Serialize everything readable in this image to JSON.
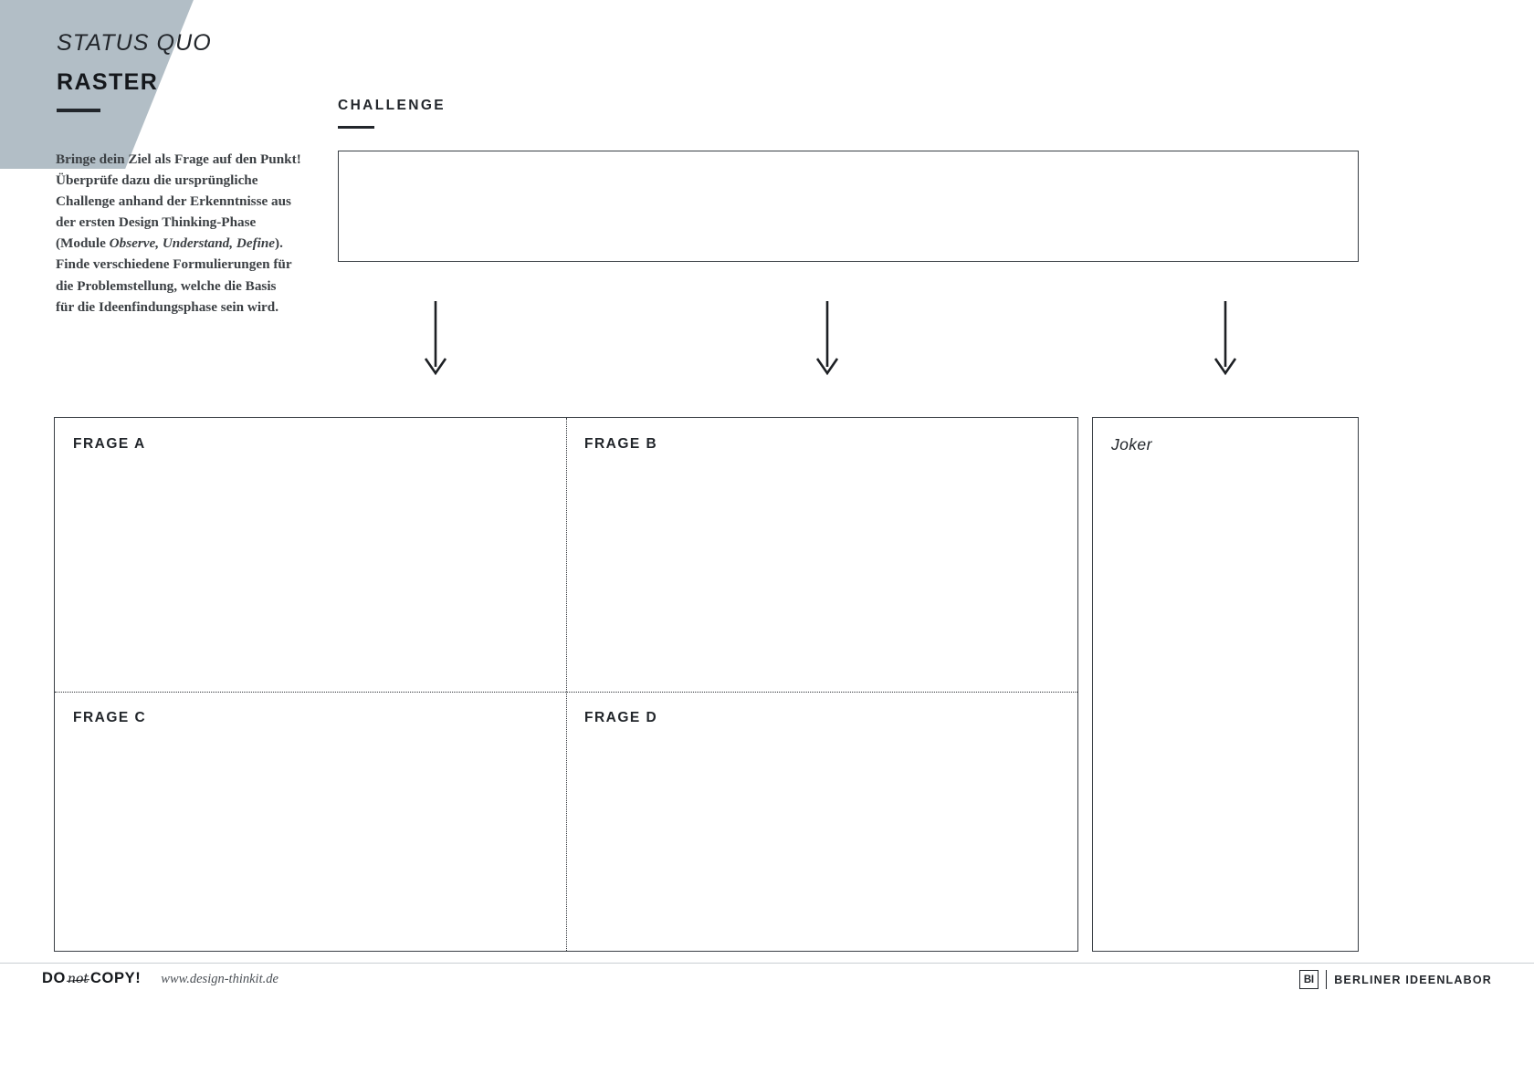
{
  "header": {
    "eyebrow": "STATUS QUO",
    "title": "RASTER",
    "band_color": "#b2bec6"
  },
  "intro": {
    "line1": "Bringe dein Ziel als Frage auf den Punkt!",
    "line2": "Überprüfe dazu die ursprüngliche",
    "line3": "Challenge anhand der Erkenntnisse aus",
    "line4": "der ersten Design Thinking-Phase",
    "line5_pre": "(Module ",
    "line5_em": "Observe, Understand, Define",
    "line5_post": ").",
    "line6": "Finde verschiedene Formulierungen für",
    "line7": "die Problemstellung, welche die Basis",
    "line8": "für die Ideenfindungsphase sein wird.",
    "full_text": "Bringe dein Ziel als Frage auf den Punkt! Überprüfe dazu die ursprüngliche Challenge anhand der Erkenntnisse aus der ersten Design Thinking-Phase (Module Observe, Understand, Define). Finde verschiedene Formulierungen für die Problemstellung, welche die Basis für die Ideenfindungsphase sein wird."
  },
  "challenge": {
    "label": "CHALLENGE",
    "value": "",
    "placeholder": ""
  },
  "arrows": [
    {
      "name": "arrow-to-frage-a"
    },
    {
      "name": "arrow-to-frage-b"
    },
    {
      "name": "arrow-to-joker"
    }
  ],
  "grid": {
    "quadrants": [
      {
        "id": "a",
        "label": "FRAGE A",
        "value": ""
      },
      {
        "id": "b",
        "label": "FRAGE B",
        "value": ""
      },
      {
        "id": "c",
        "label": "FRAGE C",
        "value": ""
      },
      {
        "id": "d",
        "label": "FRAGE D",
        "value": ""
      }
    ]
  },
  "joker": {
    "label": "Joker",
    "value": ""
  },
  "footer": {
    "copy_do": "DO",
    "copy_not": "not",
    "copy_copy": "COPY!",
    "url": "www.design-thinkit.de",
    "logo_mark": "BI",
    "logo_text": "BERLINER IDEENLABOR"
  },
  "colors": {
    "ink": "#22262b",
    "band": "#b2bec6",
    "border": "#3a3f45",
    "body_text": "#3c4044"
  }
}
